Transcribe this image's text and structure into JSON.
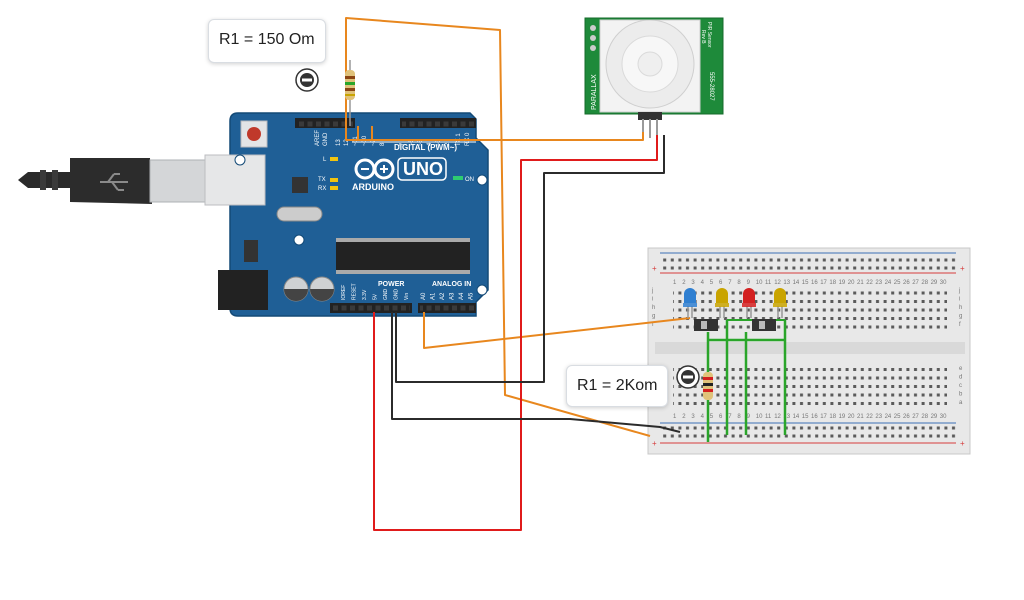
{
  "annotations": {
    "r1_top": "R1 = 150 Om",
    "r1_bottom": "R1 = 2Kom"
  },
  "arduino": {
    "logo": "ARDUINO",
    "model": "UNO",
    "digital_label": "DIGITAL (PWM~)",
    "power_label": "POWER",
    "analog_label": "ANALOG IN",
    "on_label": "ON",
    "l_label": "L",
    "tx_label": "TX",
    "rx_label": "RX",
    "top_pins": [
      "AREF",
      "GND",
      "13",
      "12",
      "~11",
      "~10",
      "~9",
      "8",
      "7",
      "~6",
      "~5",
      "4",
      "~3",
      "2",
      "TX 1",
      "RX 0"
    ],
    "power_pins": [
      "IOREF",
      "RESET",
      "3.3V",
      "5V",
      "GND",
      "GND",
      "Vin"
    ],
    "analog_pins": [
      "A0",
      "A1",
      "A2",
      "A3",
      "A4",
      "A5"
    ]
  },
  "pir_sensor": {
    "brand": "PARALLAX",
    "model_line1": "PIR Sensor",
    "model_line2": "Rev B",
    "part_number": "555-28027"
  },
  "breadboard": {
    "row_letters_top": [
      "j",
      "i",
      "h",
      "g",
      "f"
    ],
    "row_letters_bottom": [
      "e",
      "d",
      "c",
      "b",
      "a"
    ],
    "column_numbers": [
      "1",
      "2",
      "3",
      "4",
      "5",
      "6",
      "7",
      "8",
      "9",
      "10",
      "11",
      "12",
      "13",
      "14",
      "15",
      "16",
      "17",
      "18",
      "19",
      "20",
      "21",
      "22",
      "23",
      "24",
      "25",
      "26",
      "27",
      "28",
      "29",
      "30"
    ],
    "rail_plus": "+",
    "rail_minus": "-"
  },
  "components": {
    "leds": [
      {
        "color": "#2f7fd1"
      },
      {
        "color": "#c9a400"
      },
      {
        "color": "#d32020"
      },
      {
        "color": "#c9a400"
      }
    ],
    "wire_colors": {
      "orange": "#e8871e",
      "red": "#e01b1b",
      "black": "#2b2b2b",
      "green": "#2aa52a"
    },
    "board_color": "#1f5f96"
  }
}
